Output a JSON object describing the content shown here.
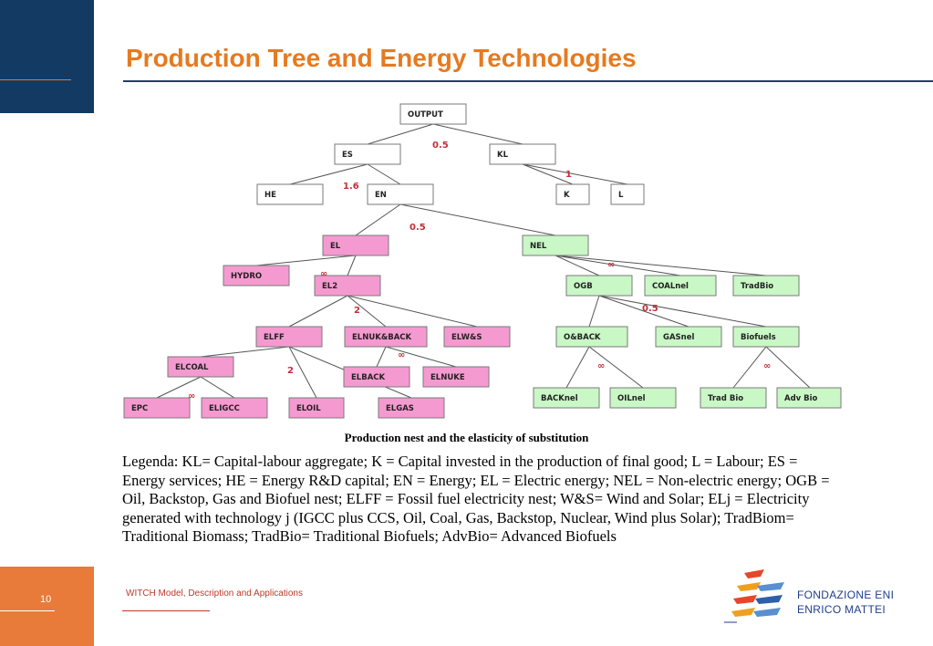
{
  "slide": {
    "title": "Production Tree and Energy Technologies",
    "page_number": "10",
    "footer": "WITCH Model, Description and Applications",
    "caption": "Production nest and the elasticity of substitution",
    "legend": "Legenda: KL= Capital-labour aggregate; K = Capital invested in the production of final good; L = Labour; ES = Energy services; HE = Energy R&D capital; EN = Energy; EL = Electric energy; NEL = Non-electric energy; OGB = Oil, Backstop, Gas and Biofuel nest; ELFF = Fossil fuel electricity nest; W&S= Wind and Solar; ELj = Electricity generated with technology j (IGCC plus CCS, Oil, Coal, Gas, Backstop, Nuclear, Wind plus Solar); TradBiom= Traditional Biomass; TradBio= Traditional Biofuels; AdvBio= Advanced Biofuels"
  },
  "logo": {
    "line1": "FONDAZIONE ENI",
    "line2": "ENRICO MATTEI"
  },
  "colors": {
    "white_node": "#ffffff",
    "pink_node": "#f59ad0",
    "green_node": "#c9f7c6",
    "elasticity": "#c0303a",
    "title": "#e67a1f"
  },
  "diagram": {
    "nodes": {
      "output": "OUTPUT",
      "es": "ES",
      "kl": "KL",
      "he": "HE",
      "en": "EN",
      "k": "K",
      "l": "L",
      "el": "EL",
      "nel": "NEL",
      "hydro": "HYDRO",
      "el2": "EL2",
      "ogb": "OGB",
      "coalnel": "COALnel",
      "tradbio": "TradBio",
      "elff": "ELFF",
      "elnukback": "ELNUK&BACK",
      "elws": "ELW&S",
      "oback": "O&BACK",
      "gasnel": "GASnel",
      "biofuels": "Biofuels",
      "elcoal": "ELCOAL",
      "elback": "ELBACK",
      "elnuke": "ELNUKE",
      "epc": "EPC",
      "eligcc": "ELIGCC",
      "eloil": "ELOIL",
      "elgas": "ELGAS",
      "backnel": "BACKnel",
      "oilnel": "OILnel",
      "tradbio2": "Trad Bio",
      "advbio": "Adv Bio"
    },
    "elasticities": {
      "output": "0.5",
      "es": "1.6",
      "kl": "1",
      "en": "0.5",
      "el": "∞",
      "nel": "∞",
      "el2": "2",
      "ogb": "0.5",
      "elnukback": "∞",
      "elff": "2",
      "elcoal": "∞",
      "oback": "∞",
      "biofuels": "∞"
    }
  }
}
